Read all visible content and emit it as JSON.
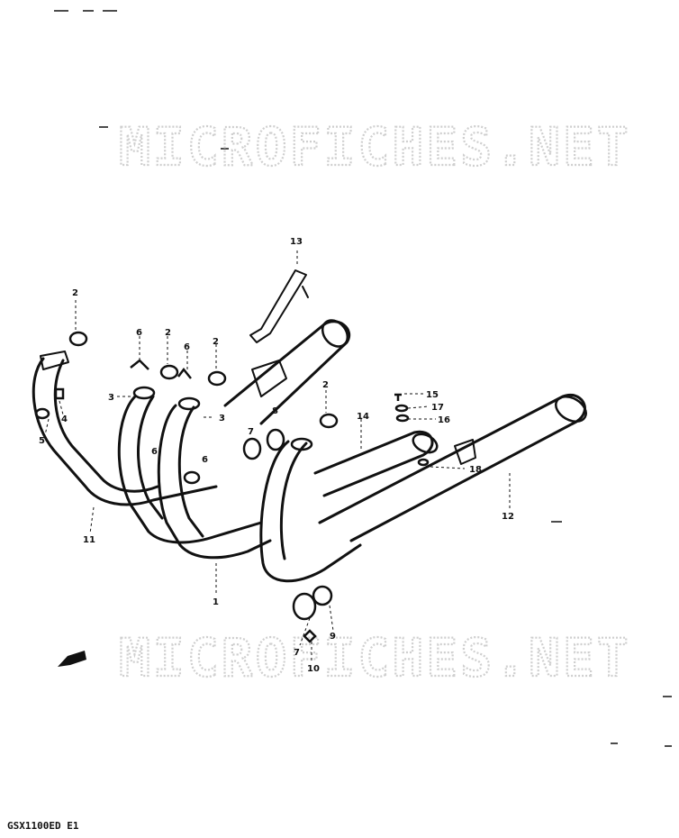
{
  "watermark": {
    "top_text": "MICROFICHES.NET",
    "bottom_text": "MICROFICHES.NET"
  },
  "model_code": "GSX1100ED E1",
  "callouts": {
    "c1": "1",
    "c2a": "2",
    "c2b": "2",
    "c2c": "2",
    "c2d": "2",
    "c3a": "3",
    "c3b": "3",
    "c4": "4",
    "c5": "5",
    "c6a": "6",
    "c6b": "6",
    "c6c": "6",
    "c6d": "6",
    "c7a": "7",
    "c7b": "7",
    "c8": "8",
    "c9": "9",
    "c10": "10",
    "c11": "11",
    "c12": "12",
    "c13": "13",
    "c14": "14",
    "c15": "15",
    "c16": "16",
    "c17": "17",
    "c18": "18"
  }
}
